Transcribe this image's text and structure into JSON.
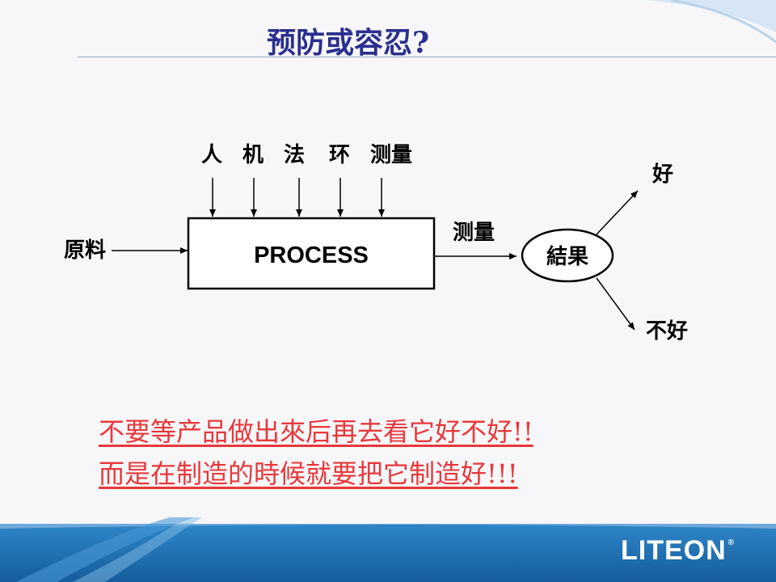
{
  "slide": {
    "title": "预防或容忍?",
    "message_lines": [
      "不要等产品做出來后再去看它好不好!!",
      "而是在制造的時候就要把它制造好!!!"
    ],
    "logo": "LITEON",
    "logo_mark": "®"
  },
  "diagram": {
    "inputs": [
      "人",
      "机",
      "法",
      "环",
      "测量"
    ],
    "raw_material": "原料",
    "process": "PROCESS",
    "measure": "测量",
    "result": "結果",
    "good": "好",
    "not_good": "不好"
  },
  "colors": {
    "title": "#2b2f8f",
    "message": "#e8383b",
    "footer_blue": "#1f6fb4"
  }
}
